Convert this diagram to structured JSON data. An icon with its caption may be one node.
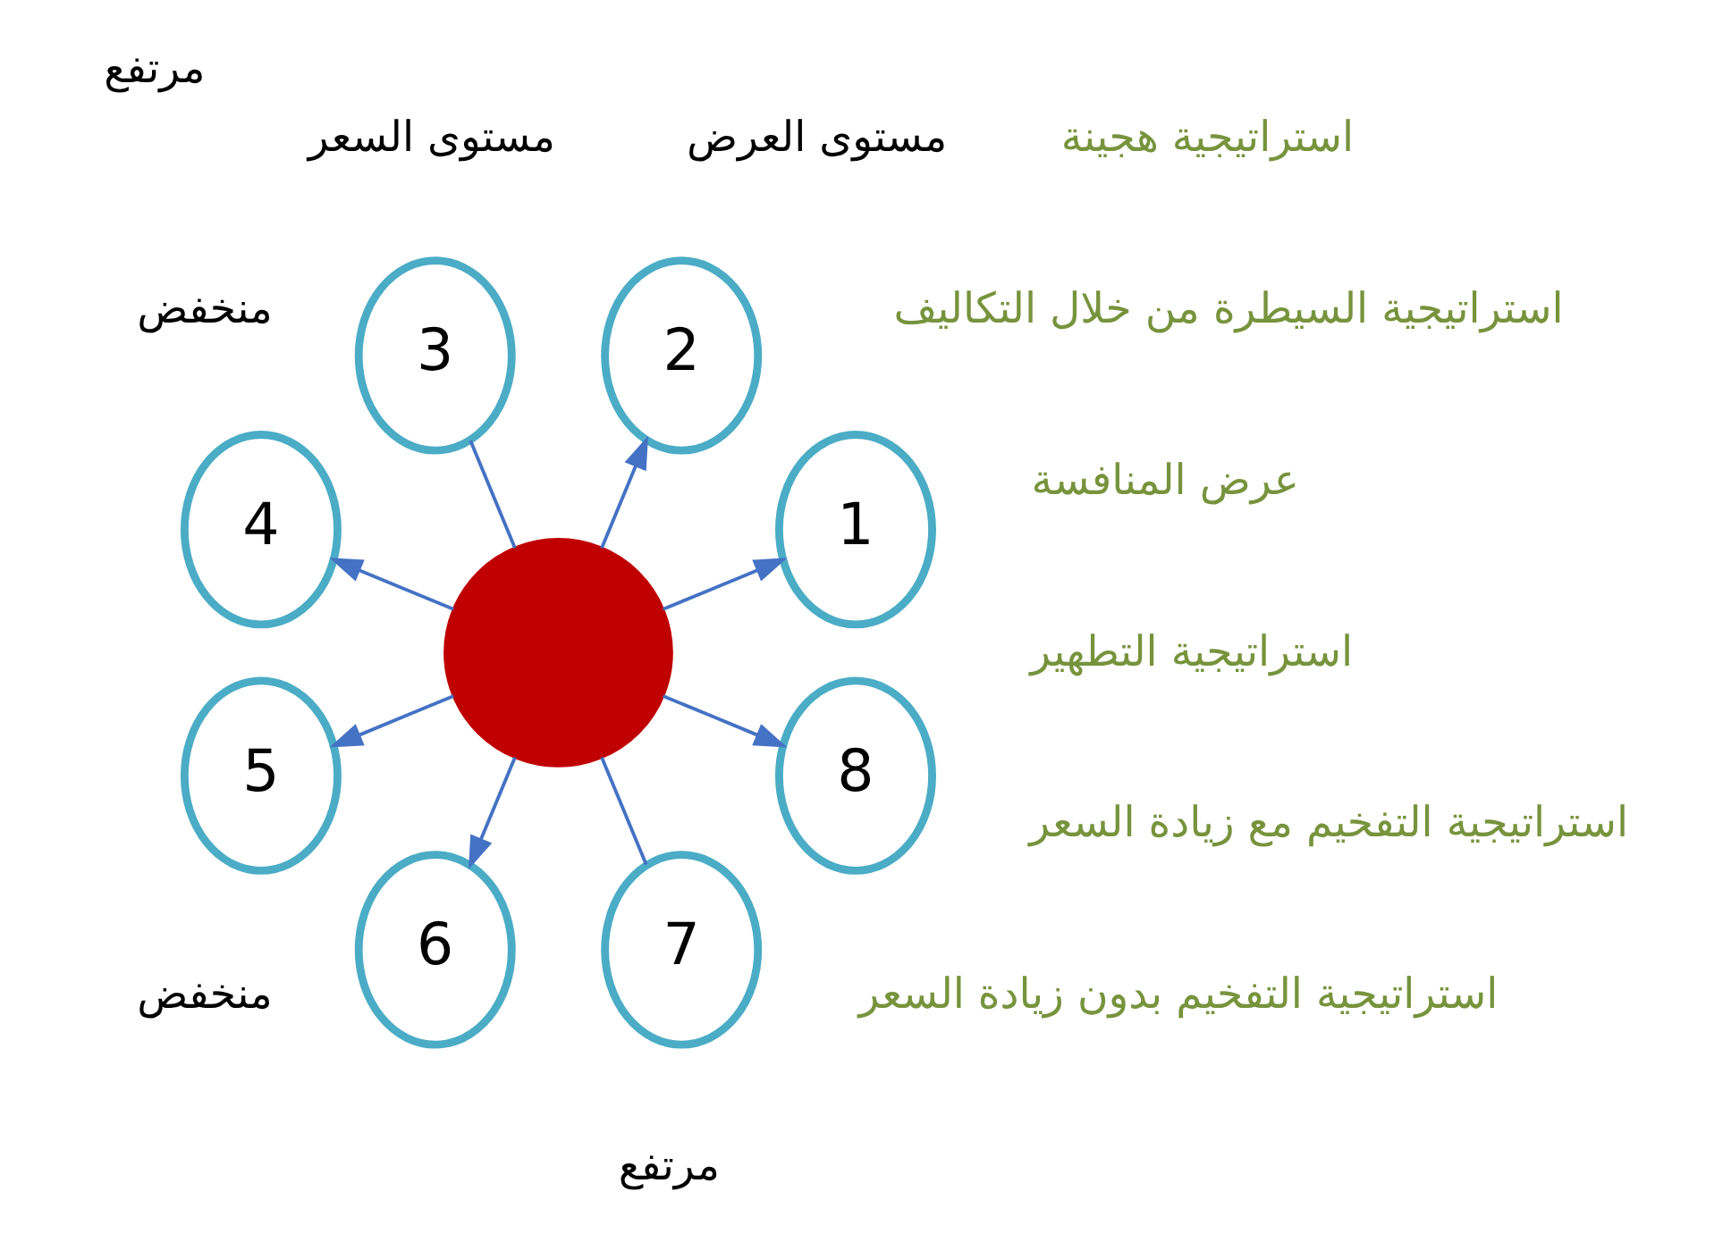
{
  "diagram": {
    "nodes": [
      {
        "text": [],
        "shape": "circle"
      },
      {
        "text": [
          "1"
        ]
      },
      {
        "text": [
          "2"
        ]
      },
      {
        "text": [
          "3"
        ]
      },
      {
        "text": [
          "4"
        ]
      },
      {
        "text": [
          "5"
        ]
      },
      {
        "text": [
          "6"
        ]
      },
      {
        "text": [
          "7"
        ]
      },
      {
        "text": [
          "8"
        ]
      }
    ],
    "edges": [
      {
        "from": 0,
        "to": 1,
        "arrow": "to"
      },
      {
        "from": 0,
        "to": 2,
        "arrow": "to"
      },
      {
        "from": 0,
        "to": 3,
        "arrow": "none"
      },
      {
        "from": 0,
        "to": 4,
        "arrow": "to"
      },
      {
        "from": 0,
        "to": 5,
        "arrow": "to"
      },
      {
        "from": 0,
        "to": 6,
        "arrow": "to"
      },
      {
        "from": 0,
        "to": 7,
        "arrow": "none"
      },
      {
        "from": 0,
        "to": 8,
        "arrow": "to"
      }
    ],
    "labels": [
      "استراتيجية التفخيم مع زيادة السعر",
      "مرتفع",
      "عرض المنافسة",
      "مستوى السعر",
      "استراتيجية التفخيم بدون زيادة السعر",
      "استراتيجية هجينة",
      "منخفض",
      "استراتيجية التطهير",
      "استراتيجية السيطرة من خلال التكاليف",
      "منخفض",
      "مستوى العرض",
      "مرتفع"
    ]
  }
}
